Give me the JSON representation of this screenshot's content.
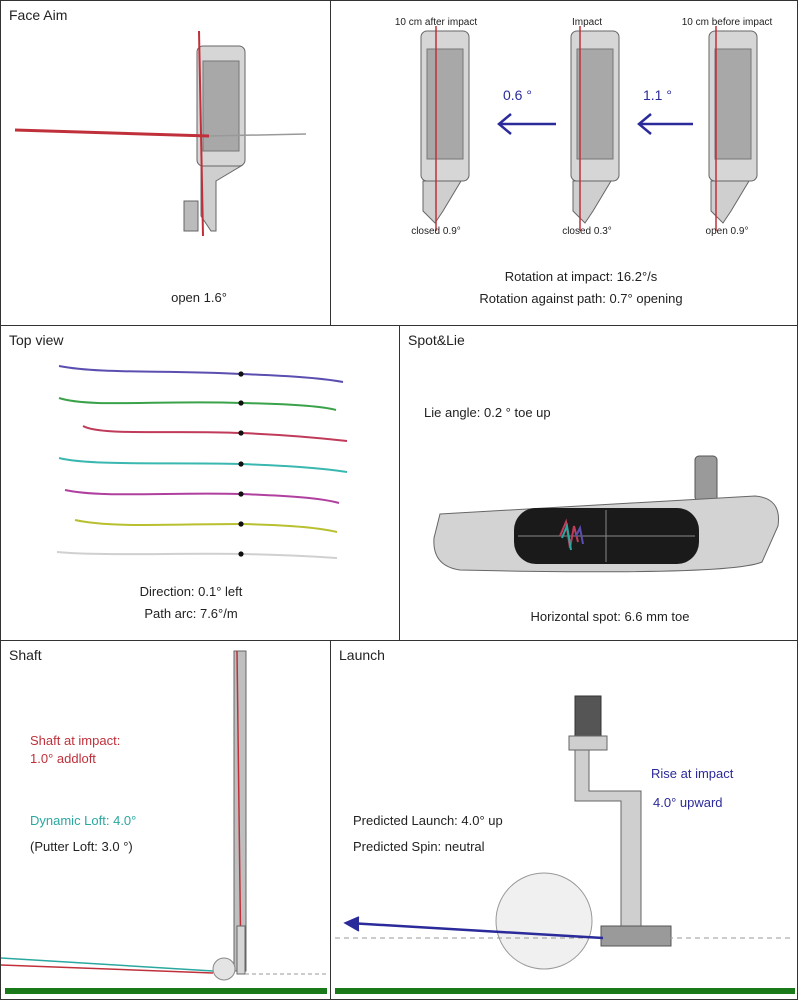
{
  "face_aim": {
    "title": "Face Aim",
    "value": "open 1.6°"
  },
  "sequence": {
    "labels": [
      "10 cm after impact",
      "Impact",
      "10 cm before impact"
    ],
    "states": [
      "closed 0.9°",
      "closed 0.3°",
      "open 0.9°"
    ],
    "deltas": [
      "0.6 °",
      "1.1 °"
    ],
    "rotation_at_impact": "Rotation at impact: 16.2°/s",
    "rotation_against_path": "Rotation against path: 0.7° opening"
  },
  "top_view": {
    "title": "Top view",
    "direction": "Direction: 0.1° left",
    "path_arc": "Path arc: 7.6°/m",
    "path_colors": [
      "#5a4fb0",
      "#3aa24a",
      "#c03a5a",
      "#3ab8b0",
      "#b040a0",
      "#b8c030",
      "#d0d0d0"
    ]
  },
  "spot_lie": {
    "title": "Spot&Lie",
    "lie_angle": "Lie angle: 0.2 ° toe up",
    "horizontal_spot": "Horizontal spot: 6.6 mm toe"
  },
  "shaft": {
    "title": "Shaft",
    "shaft_at_impact": "Shaft at impact:",
    "addloft": "1.0° addloft",
    "dynamic_loft": "Dynamic  Loft: 4.0°",
    "putter_loft": "(Putter Loft:   3.0 °)"
  },
  "launch": {
    "title": "Launch",
    "rise_at_impact": "Rise at impact",
    "rise_value": "4.0° upward",
    "predicted_launch": "Predicted Launch: 4.0° up",
    "predicted_spin": "Predicted Spin: neutral"
  },
  "colors": {
    "red": "#c0303a",
    "blue": "#2a2a9a",
    "teal": "#2aa8a0",
    "green": "#1a7a1a"
  }
}
